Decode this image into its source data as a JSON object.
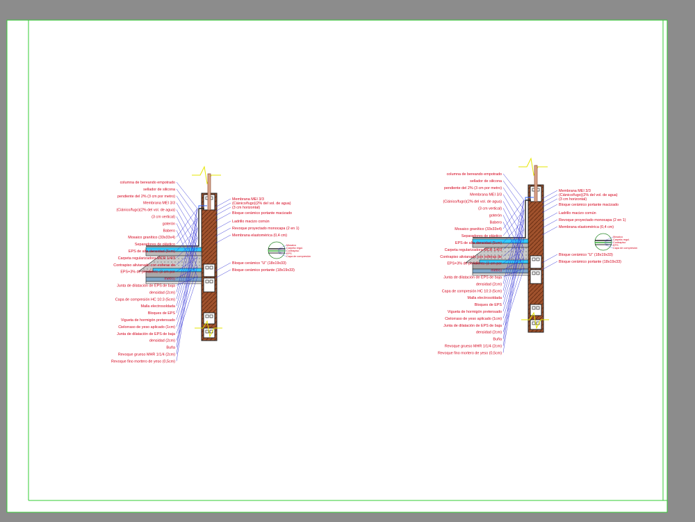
{
  "detail_left": {
    "labels_left": [
      "columna de bereando empotrado",
      "sellador de silicona",
      "pendiente del 2% (3 cm por metro)",
      "Membrana MEI 3/3",
      "(Ciánico/fugo)(2% del vol. de agua)",
      "(3 cm vertical)",
      "goterón",
      "Babero",
      "Mosaico granítico (33x33x4)",
      "Separadores de plástico",
      "EPS de alta densidad (5cm)",
      "Carpeta regularizadora MCR 1/4/3",
      "Contrapiso alivianado con esferas de",
      "EPS+3% de pendiente (3 cm por",
      "metro)",
      "Junta de dilatación de EPS de baja",
      "densidad (2cm)",
      "Capa de compresión HC 10:3 (5cm)",
      "Malla electrosoldada",
      "Bloques de EPS",
      "Vigueta de hormigón pretensado",
      "Cielorraso de yeso aplicado (1cm)",
      "Junta de dilatación de EPS de baja",
      "densidad (2cm)",
      "Buña",
      "Revoque grueso MHR 1/1/4 (2cm)",
      "Revoque fino mortero de yeso (0,5cm)"
    ],
    "labels_right": [
      "Membrana MEI 3/3",
      "(Ciánico/fugo)(2% del vol. de agua)",
      "(3 cm horizontal)",
      "Bloque cerámico portante macizado",
      "Ladrillo macizo común",
      "Revoque proyectado monocapa (2 en 1)",
      "Membrana elastomérica (0,4 cm)",
      "Bloque cerámico \"U\" (18x19x33)",
      "Bloque cerámico portante (18x19x33)"
    ]
  },
  "detail_right": {
    "labels_left": [
      "columna de bereando empotrado",
      "sellador de silicona",
      "pendiente del 2% (3 cm por metro)",
      "Membrana MEI 3/3",
      "(Ciánico/fugo)(2% del vol. de agua)",
      "(3 cm vertical)",
      "goterón",
      "Babero",
      "Mosaico granítico (33x33x4)",
      "Separadores de plástico",
      "EPS de alta densidad (5cm)",
      "Carpeta regularizadora MCR 1/4/3",
      "Contrapiso alivianado con esferas de",
      "EPS+3% de pendiente (3 cm por",
      "metro)",
      "Junta de dilatación de EPS de baja",
      "densidad (2cm)",
      "Capa de compresión HC 10:3 (5cm)",
      "Malla electrosoldada",
      "Bloques de EPS",
      "Vigueta de hormigón pretensado",
      "Cielorraso de yeso aplicado (1cm)",
      "Junta de dilatación de EPS de baja",
      "densidad (2cm)",
      "Buña",
      "Revoque grueso MHR 1/1/4 (2cm)",
      "Revoque fino mortero de yeso (0,5cm)"
    ],
    "labels_right": [
      "Membrana MEI 3/3",
      "(Ciánico/fugo)(2% del vol. de agua)",
      "(3 cm horizontal)",
      "Bloque cerámico portante macizado",
      "Ladrillo macizo común",
      "Revoque proyectado monocapa (2 en 1)",
      "Membrana elastomérica (0,4 cm)",
      "Bloque cerámico \"U\" (18x19x33)",
      "Bloque cerámico portante (18x19x33)"
    ]
  },
  "legend_symbol": {
    "lines": [
      "Mosaico",
      "Carpeta regul.",
      "Contrapiso",
      "EPS",
      "Capa de compresión"
    ]
  },
  "colors": {
    "background": "#8c8c8c",
    "sheet": "#ffffff",
    "frame_line": "#33cc33",
    "label_text": "#d4001a",
    "leader_line": "#2a2ad6",
    "brick": "#a0522d",
    "slab": "#bfbfbf",
    "eps": "#33ccff"
  }
}
